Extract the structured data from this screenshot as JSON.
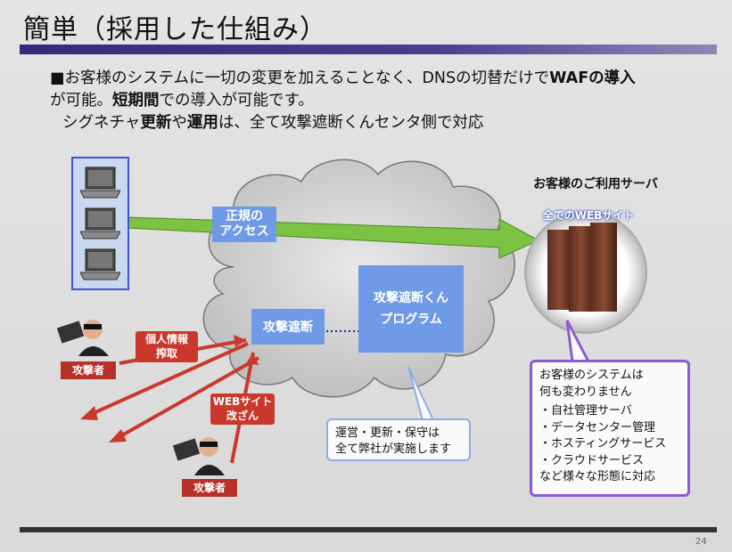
{
  "slide": {
    "title": "簡単（採用した仕組み）",
    "bullet_line1": "■お客様のシステムに一切の変更を加えることなく、DNSの切替だけで",
    "bullet_line1_bold": "WAFの導入",
    "bullet_line2": "が可能。",
    "bullet_line2_bold": "短期間",
    "bullet_line2_rest": "での導入が可能です。",
    "bullet_line3_a": "シグネチャ",
    "bullet_line3_b": "更新",
    "bullet_line3_c": "や",
    "bullet_line3_d": "運用",
    "bullet_line3_e": "は、全て攻撃遮断くんセンタ側で対応",
    "page_number": "24"
  },
  "diagram": {
    "legit_access_line1": "正規の",
    "legit_access_line2": "アクセス",
    "server_caption": "お客様のご利用サーバ",
    "all_web_sites": "全てのWEBサイト",
    "attack_block": "攻撃遮断",
    "program_line1": "攻撃遮断くん",
    "program_line2": "プログラム",
    "threat1_line1": "個人情報",
    "threat1_line2": "搾取",
    "threat2_line1": "WEBサイト",
    "threat2_line2": "改ざん",
    "attacker_label_1": "攻撃者",
    "attacker_label_2": "攻撃者",
    "ops_note_line1": "運営・更新・保守は",
    "ops_note_line2": "全て弊社が実施します",
    "server_note": {
      "line1": "お客様のシステムは",
      "line2": "何も変わりません",
      "items": [
        "・自社管理サーバ",
        "・データセンター管理",
        "・ホスティングサービス",
        "・クラウドサービス"
      ],
      "line_last": "など様々な形態に対応"
    }
  },
  "colors": {
    "title_bar": "#352a7a",
    "arrow_green": "#7cc243",
    "box_blue": "#6f9ae8",
    "attack_red": "#c9382a",
    "server_ring_purple": "#8b5cd6"
  }
}
